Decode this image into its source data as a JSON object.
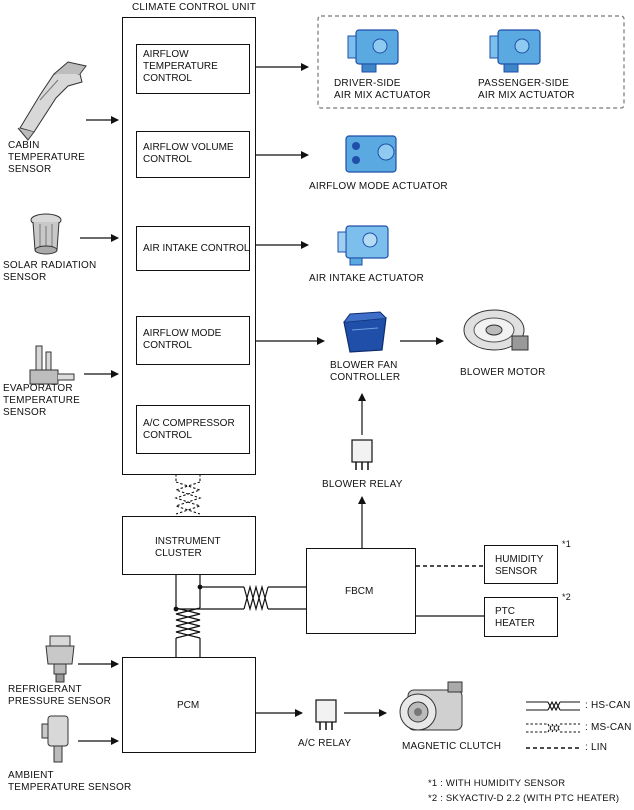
{
  "unit_title": "CLIMATE CONTROL UNIT",
  "controls": [
    {
      "line1": "AIRFLOW",
      "line2": "TEMPERATURE",
      "line3": "CONTROL"
    },
    {
      "line1": "AIRFLOW VOLUME",
      "line2": "CONTROL"
    },
    {
      "line1": "AIR INTAKE CONTROL"
    },
    {
      "line1": "AIRFLOW MODE",
      "line2": "CONTROL"
    },
    {
      "line1": "A/C COMPRESSOR",
      "line2": "CONTROL"
    }
  ],
  "sensors": {
    "cabin": {
      "line1": "CABIN",
      "line2": "TEMPERATURE",
      "line3": "SENSOR"
    },
    "solar": {
      "line1": "SOLAR RADIATION",
      "line2": "SENSOR"
    },
    "evaporator": {
      "line1": "EVAPORATOR",
      "line2": "TEMPERATURE",
      "line3": "SENSOR"
    },
    "refrigerant": {
      "line1": "REFRIGERANT",
      "line2": "PRESSURE SENSOR"
    },
    "ambient": {
      "line1": "AMBIENT",
      "line2": "TEMPERATURE SENSOR"
    }
  },
  "actuators": {
    "driver": {
      "line1": "DRIVER-SIDE",
      "line2": "AIR MIX ACTUATOR"
    },
    "passenger": {
      "line1": "PASSENGER-SIDE",
      "line2": "AIR MIX ACTUATOR"
    },
    "airflow_mode": "AIRFLOW MODE ACTUATOR",
    "air_intake": "AIR INTAKE ACTUATOR",
    "blower_fan": {
      "line1": "BLOWER FAN",
      "line2": "CONTROLLER"
    },
    "blower_motor": "BLOWER MOTOR",
    "blower_relay": "BLOWER RELAY",
    "ac_relay": "A/C RELAY",
    "magnetic_clutch": "MAGNETIC CLUTCH"
  },
  "modules": {
    "instrument_cluster": {
      "line1": "INSTRUMENT",
      "line2": "CLUSTER"
    },
    "fbcm": "FBCM",
    "pcm": "PCM",
    "humidity": {
      "line1": "HUMIDITY",
      "line2": "SENSOR",
      "mark": "*1"
    },
    "ptc": {
      "line1": "PTC",
      "line2": "HEATER",
      "mark": "*2"
    }
  },
  "legend": {
    "hs_can": ": HS-CAN",
    "ms_can": ": MS-CAN",
    "lin": ": LIN"
  },
  "notes": {
    "n1": "*1 : WITH HUMIDITY SENSOR",
    "n2": "*2 : SKYACTIV-D 2.2 (WITH PTC HEATER)"
  },
  "colors": {
    "actuator_blue": "#5aa9e0",
    "actuator_dark": "#1f4fa8",
    "line": "#111111"
  }
}
